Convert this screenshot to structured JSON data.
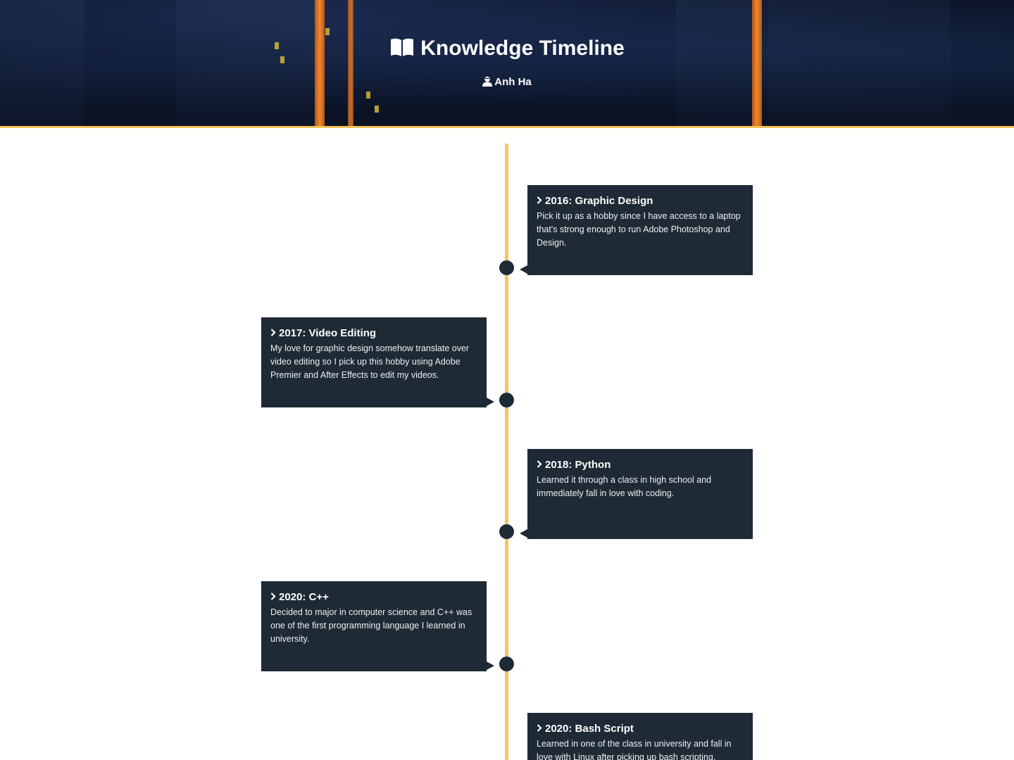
{
  "header": {
    "title": "Knowledge Timeline",
    "author": "Anh Ha",
    "icons": [
      "open-book-icon",
      "user-icon"
    ]
  },
  "colors": {
    "line": "#f4c55e",
    "card": "#1e2a35",
    "hero_border": "#f2c35b"
  },
  "timeline": [
    {
      "title": "2016: Graphic Design",
      "desc": "Pick it up as a hobby since I have access to a laptop that's strong enough to run Adobe Photoshop and Design."
    },
    {
      "title": "2017: Video Editing",
      "desc": "My love for graphic design somehow translate over video editing so I pick up this hobby using Adobe Premier and After Effects to edit my videos."
    },
    {
      "title": "2018: Python",
      "desc": "Learned it through a class in high school and immediately fall in love with coding."
    },
    {
      "title": "2020: C++",
      "desc": "Decided to major in computer science and C++ was one of the first programming language I learned in university."
    },
    {
      "title": "2020: Bash Script",
      "desc": "Learned in one of the class in university and fall in love with Linux after picking up bash scripting."
    }
  ]
}
